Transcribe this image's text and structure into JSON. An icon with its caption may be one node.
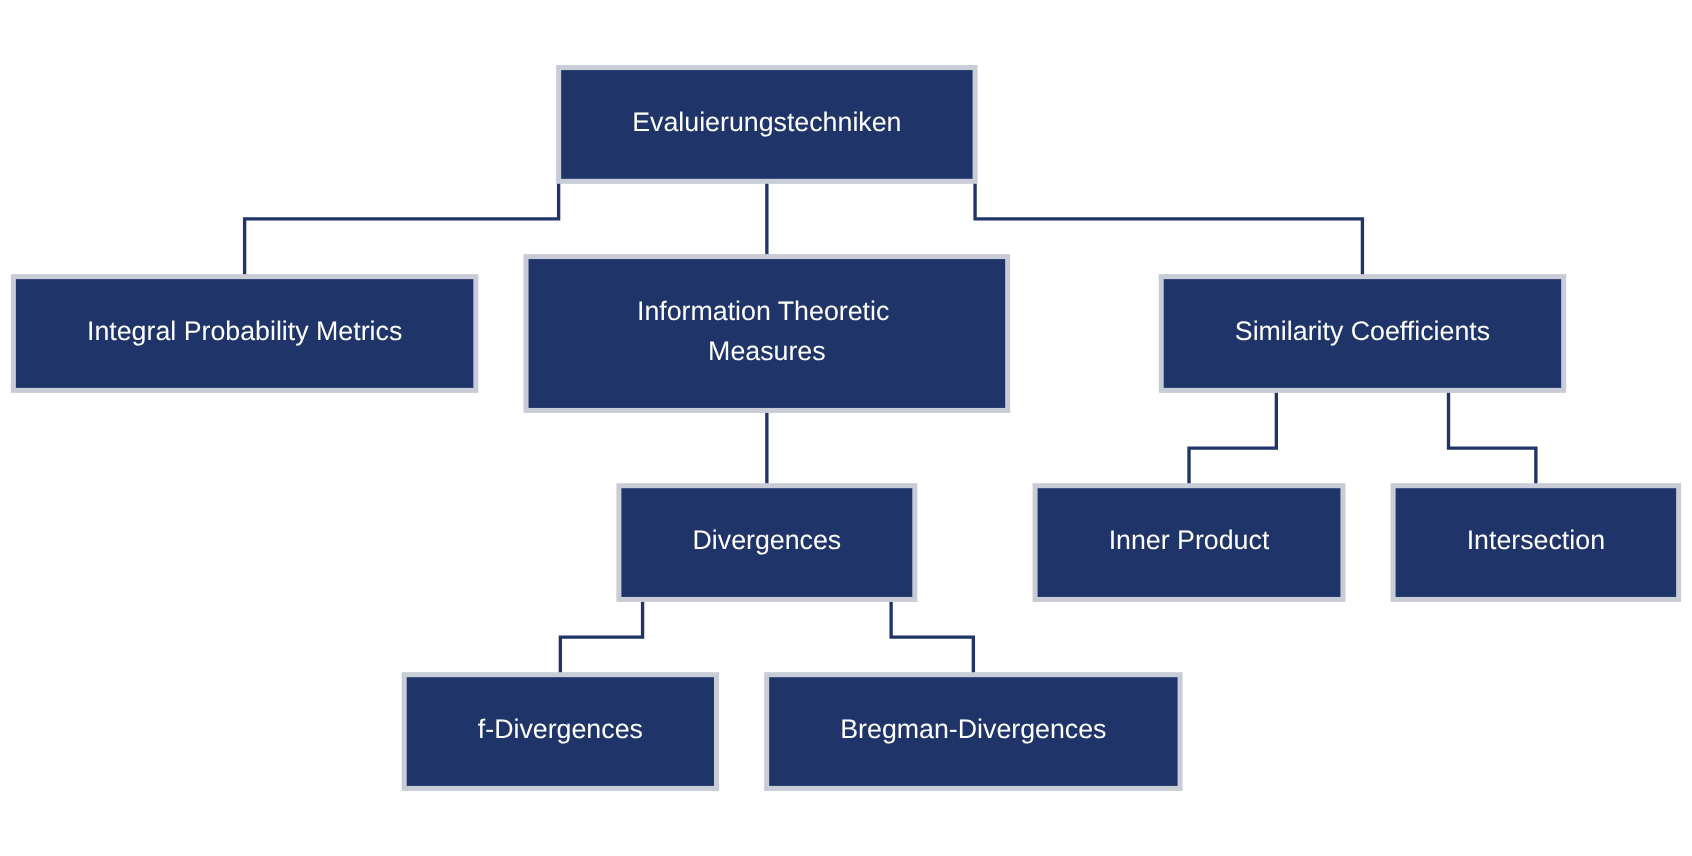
{
  "diagram": {
    "nodes": [
      {
        "text": [
          "Evaluierungstechniken"
        ]
      },
      {
        "text": [
          "Integral Probability Metrics"
        ]
      },
      {
        "text": [
          "Information Theoretic Measures"
        ]
      },
      {
        "text": [
          "Similarity Coefficients"
        ]
      },
      {
        "text": [
          "Divergences"
        ]
      },
      {
        "text": [
          "Inner Product"
        ]
      },
      {
        "text": [
          "Intersection"
        ]
      },
      {
        "text": [
          "f-Divergences"
        ]
      },
      {
        "text": [
          "Bregman-Divergences"
        ]
      }
    ],
    "edges": [
      {
        "from": 0,
        "to": 1,
        "arrow": "none"
      },
      {
        "from": 0,
        "to": 2,
        "arrow": "none"
      },
      {
        "from": 0,
        "to": 3,
        "arrow": "none"
      },
      {
        "from": 2,
        "to": 4,
        "arrow": "none"
      },
      {
        "from": 3,
        "to": 5,
        "arrow": "none"
      },
      {
        "from": 3,
        "to": 6,
        "arrow": "none"
      },
      {
        "from": 4,
        "to": 7,
        "arrow": "none"
      },
      {
        "from": 4,
        "to": 8,
        "arrow": "none"
      }
    ]
  }
}
